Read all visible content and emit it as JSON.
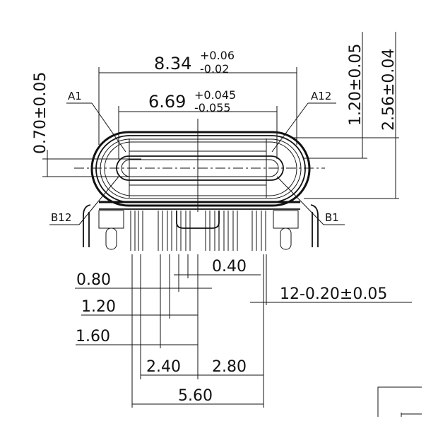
{
  "drawing": {
    "overall_width": {
      "value": "8.34",
      "upper": "+0.06",
      "lower": "-0.02"
    },
    "inner_width": {
      "value": "6.69",
      "upper": "+0.045",
      "lower": "-0.055"
    },
    "height_upper": "1.20±0.05",
    "height_total": "2.56±0.04",
    "tongue_offset": "0.70±0.05",
    "pin_labels": [
      "A1",
      "A12",
      "B12",
      "B1"
    ],
    "pitch_dims": [
      "0.40",
      "0.80",
      "1.20",
      "1.60",
      "2.40",
      "2.80",
      "5.60"
    ],
    "pin_width": "12-0.20±0.05"
  }
}
